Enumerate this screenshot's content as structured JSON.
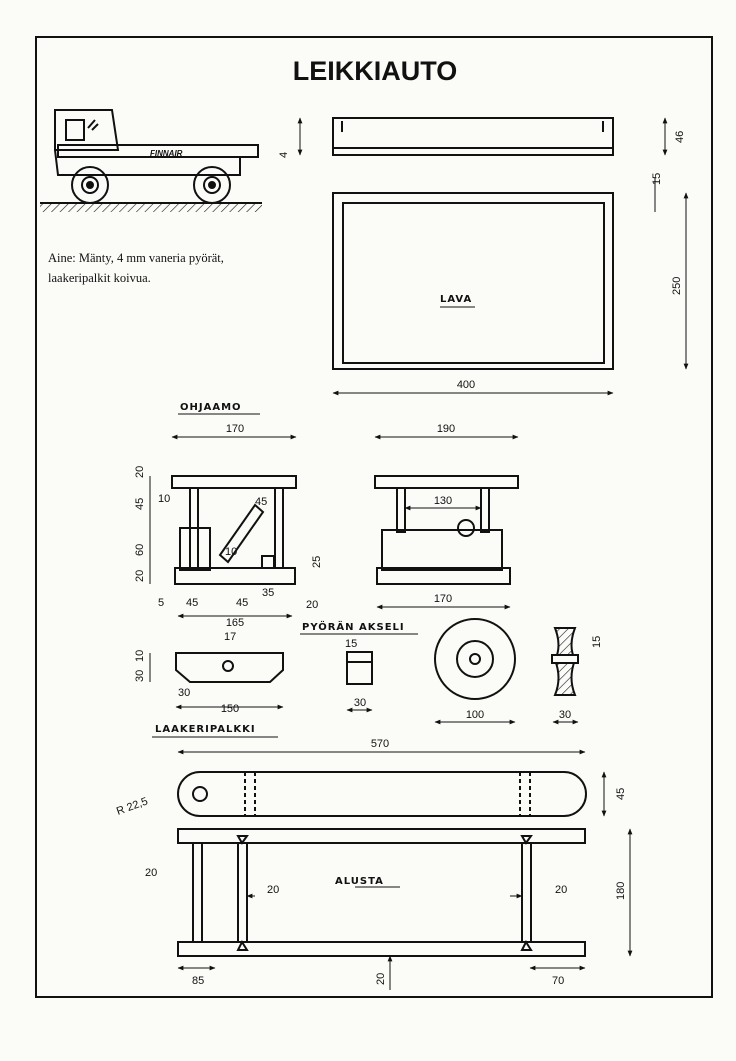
{
  "title": "LEIKKIAUTO",
  "material_note": "Aine: Mänty, 4 mm vaneria pyörät, laakeripalkit koivua.",
  "truck_logo": "FINNAIR",
  "sections": {
    "lava": "LAVA",
    "ohjaamo": "OHJAAMO",
    "akseli": "PYÖRÄN AKSELI",
    "laakeri": "LAAKERIPALKKI",
    "alusta": "ALUSTA"
  },
  "dims": {
    "lava_thickness": "4",
    "lava_side": "46",
    "lava_edge": "15",
    "lava_depth": "250",
    "lava_length": "400",
    "cab_width": "170",
    "cab_h1": "20",
    "cab_h2": "45",
    "cab_h3": "60",
    "cab_h4": "20",
    "cab_dowel": "10",
    "cab_angle": "45",
    "cab_wheel": "10",
    "cab_step": "25",
    "cab_b1": "5",
    "cab_b2": "45",
    "cab_b3": "45",
    "cab_b4": "35",
    "cab_b5": "20",
    "cab_total": "165",
    "front_top": "190",
    "front_inner": "130",
    "front_base": "170",
    "beam_hole": "17",
    "beam_h1": "10",
    "beam_h2": "30",
    "beam_off": "30",
    "beam_len": "150",
    "axle_dia": "15",
    "axle_len": "30",
    "wheel_dia": "100",
    "wheel_hub": "15",
    "wheel_thick": "30",
    "chassis_len": "570",
    "chassis_radius": "R 22,5",
    "chassis_width": "45",
    "chassis_dowel": "20",
    "chassis_side_l": "20",
    "chassis_side_r": "20",
    "chassis_height": "180",
    "chassis_left": "85",
    "chassis_mid": "20",
    "chassis_right": "70"
  }
}
